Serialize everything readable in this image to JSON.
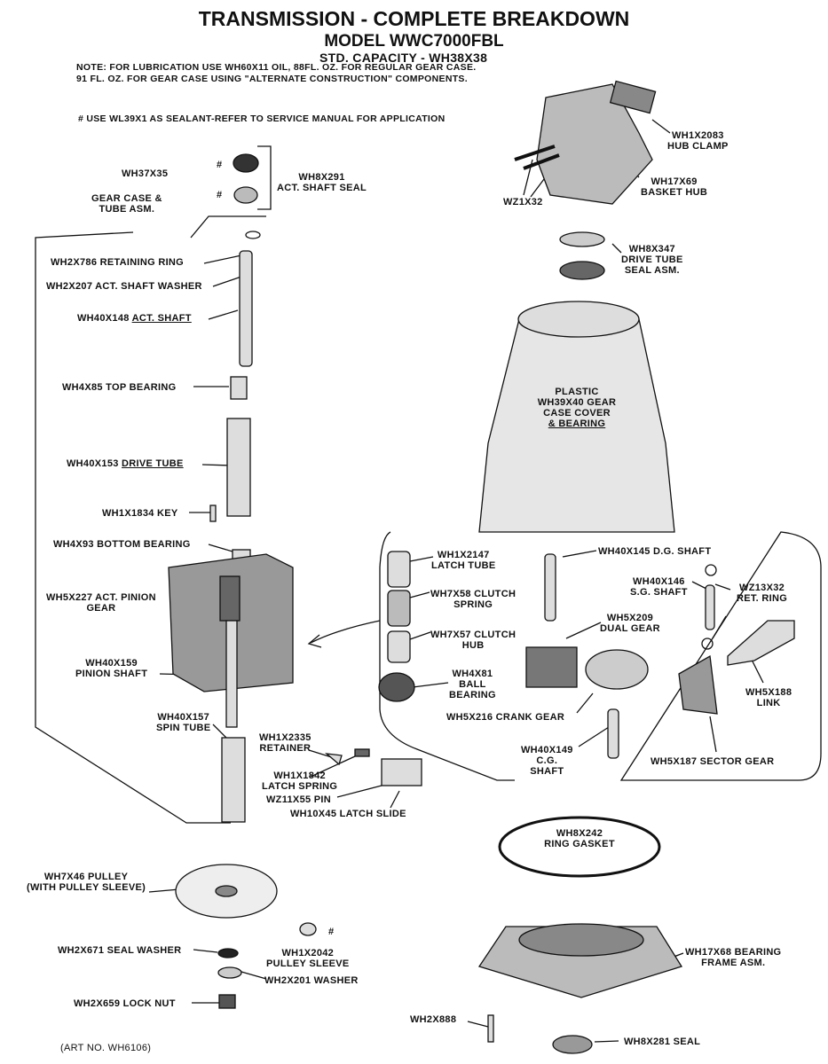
{
  "header": {
    "title": "TRANSMISSION - COMPLETE BREAKDOWN",
    "model": "MODEL WWC7000FBL",
    "capacity": "STD. CAPACITY  -  WH38X38",
    "note_line1": "NOTE: FOR LUBRICATION USE WH60X11 OIL, 88FL. OZ. FOR REGULAR GEAR CASE.",
    "note_line2": "91 FL. OZ. FOR GEAR CASE USING \"ALTERNATE CONSTRUCTION\" COMPONENTS.",
    "sealant_note": "# USE WL39X1 AS SEALANT-REFER TO SERVICE MANUAL FOR APPLICATION"
  },
  "labels": {
    "wh37x35": "WH37X35",
    "hash": "#",
    "wh8x291": [
      "WH8X291",
      "ACT. SHAFT SEAL"
    ],
    "gear_case": [
      "GEAR CASE &",
      "TUBE ASM."
    ],
    "wh2x786": "WH2X786 RETAINING RING",
    "wh2x207": "WH2X207 ACT. SHAFT WASHER",
    "wh40x148": [
      "WH40X148 ",
      "ACT. SHAFT"
    ],
    "wh4x85": "WH4X85 TOP BEARING",
    "wh40x153": [
      "WH40X153 ",
      "DRIVE TUBE"
    ],
    "wh1x1834": "WH1X1834 KEY",
    "wh4x93": "WH4X93 BOTTOM BEARING",
    "wh5x227": [
      "WH5X227 ACT. PINION",
      "GEAR"
    ],
    "wh40x159": [
      "WH40X159",
      "PINION SHAFT"
    ],
    "wh40x157": [
      "WH40X157",
      "SPIN TUBE"
    ],
    "wh1x2335": [
      "WH1X2335",
      "RETAINER"
    ],
    "wh1x1842": [
      "WH1X1842",
      "LATCH SPRING"
    ],
    "wz11x55": "WZ11X55 PIN",
    "wh10x45": "WH10X45 LATCH SLIDE",
    "wh7x46": [
      "WH7X46 PULLEY",
      "(WITH PULLEY SLEEVE)"
    ],
    "wh2x671": "WH2X671 SEAL WASHER",
    "wh1x2042": [
      "WH1X2042",
      "PULLEY SLEEVE"
    ],
    "wh2x201": "WH2X201 WASHER",
    "wh2x659": "WH2X659 LOCK NUT",
    "art_no": "(ART NO. WH6106)",
    "wh1x2083": [
      "WH1X2083",
      "HUB CLAMP"
    ],
    "wh17x69": [
      "WH17X69",
      "BASKET HUB"
    ],
    "wz1x32": "WZ1X32",
    "wh8x347": [
      "WH8X347",
      "DRIVE TUBE",
      "SEAL ASM."
    ],
    "wh39x40": [
      "PLASTIC",
      "WH39X40 GEAR",
      "CASE COVER",
      "& BEARING"
    ],
    "wh1x2147": [
      "WH1X2147",
      "LATCH TUBE"
    ],
    "wh7x58": [
      "WH7X58 CLUTCH",
      "SPRING"
    ],
    "wh7x57": [
      "WH7X57 CLUTCH",
      "HUB"
    ],
    "wh4x81": [
      "WH4X81",
      "BALL",
      "BEARING"
    ],
    "wh5x216": "WH5X216 CRANK GEAR",
    "wh40x145": "WH40X145 D.G. SHAFT",
    "wh40x146": [
      "WH40X146",
      "S.G. SHAFT"
    ],
    "wz13x32": [
      "WZ13X32",
      "RET. RING"
    ],
    "wh5x209": [
      "WH5X209",
      "DUAL GEAR"
    ],
    "wh5x188": [
      "WH5X188",
      "LINK"
    ],
    "wh40x149": [
      "WH40X149",
      "C.G.",
      "SHAFT"
    ],
    "wh5x187": "WH5X187 SECTOR GEAR",
    "wh8x242": [
      "WH8X242",
      "RING GASKET"
    ],
    "wh17x68": [
      "WH17X68 BEARING",
      "FRAME ASM."
    ],
    "wh2x888": "WH2X888",
    "wh8x281": "WH8X281 SEAL"
  }
}
